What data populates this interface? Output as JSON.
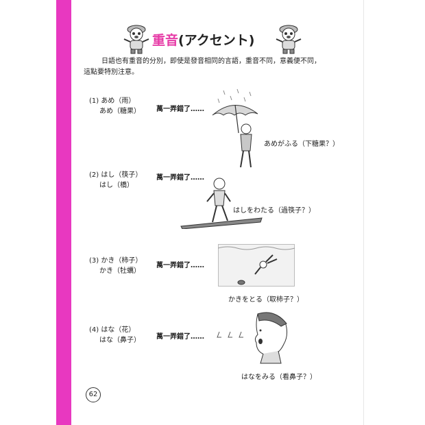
{
  "header": {
    "title_main": "重音",
    "title_sub": "(アクセント)"
  },
  "intro": {
    "line1": "日語也有重音的分別，即使是發音相同的言語，重音不同，意義便不同，",
    "line2": "這點要特別注意。"
  },
  "entries": [
    {
      "line1": "(1) あめ（雨）",
      "line2": "あめ（糖果）",
      "phrase": "萬一弄錯了……",
      "caption": "あめがふる（下糖果？）",
      "picture_icon": "umbrella-rain-icon"
    },
    {
      "line1": "(2) はし（筷子）",
      "line2": "はし（橋）",
      "phrase": "萬一弄錯了……",
      "caption": "はしをわたる（過筷子？）",
      "picture_icon": "boy-on-chopstick-icon"
    },
    {
      "line1": "(3) かき（柿子）",
      "line2": "かき（牡蠣）",
      "phrase": "萬一弄錯了……",
      "caption": "かきをとる（取柿子？）",
      "picture_icon": "diver-icon"
    },
    {
      "line1": "(4) はな（花）",
      "line2": "はな（鼻子）",
      "phrase": "萬一弄錯了……",
      "caption": "はなをみる（看鼻子？）",
      "picture_icon": "boy-face-noses-icon"
    }
  ],
  "footer": {
    "page_number": "62"
  },
  "colors": {
    "accent_pink": "#e838c0",
    "title_pink": "#e63aa6"
  }
}
